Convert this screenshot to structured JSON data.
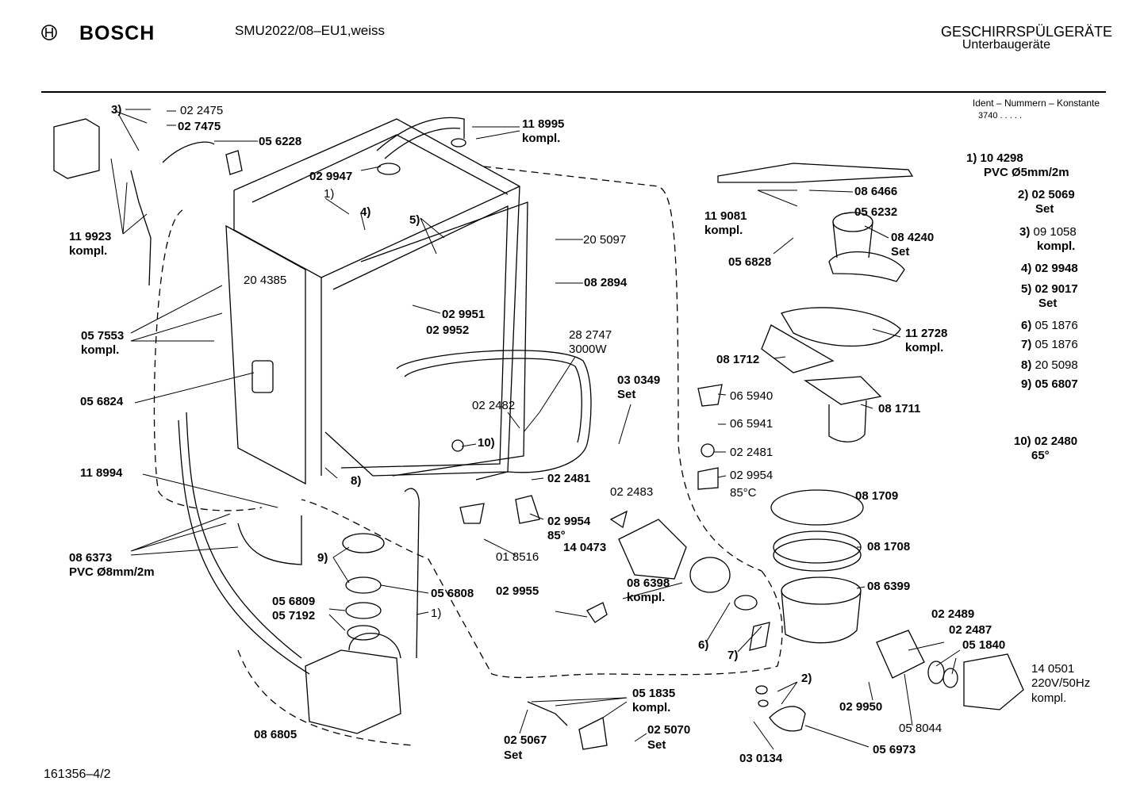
{
  "header": {
    "brand": "BOSCH",
    "model": "SMU2022/08–EU1,weiss",
    "category": "GESCHIRRSPÜLGERÄTE",
    "subcategory": "Unterbaugeräte",
    "ident_label": "Ident – Nummern – Konstante",
    "ident_value": "3740 .  .  .  .  ."
  },
  "footer": {
    "doc_number": "161356–4/2"
  },
  "labels": [
    {
      "id": "l01",
      "text": "3)",
      "bold": true
    },
    {
      "id": "l02",
      "text": "02 2475",
      "bold": false
    },
    {
      "id": "l03",
      "text": "02 7475",
      "bold": true
    },
    {
      "id": "l04",
      "text": "05 6228",
      "bold": true
    },
    {
      "id": "l05",
      "text": "11 9923",
      "bold": true
    },
    {
      "id": "l06",
      "text": "kompl.",
      "bold": true
    },
    {
      "id": "l07",
      "text": "11 8995",
      "bold": true
    },
    {
      "id": "l08",
      "text": "kompl.",
      "bold": true
    },
    {
      "id": "l09",
      "text": "02 9947",
      "bold": true
    },
    {
      "id": "l10",
      "text": "1)",
      "bold": false
    },
    {
      "id": "l11",
      "text": "4)",
      "bold": true
    },
    {
      "id": "l12",
      "text": "5)",
      "bold": true
    },
    {
      "id": "l13",
      "text": "20 5097",
      "bold": false
    },
    {
      "id": "l14",
      "text": "20 4385",
      "bold": false
    },
    {
      "id": "l15",
      "text": "08 2894",
      "bold": true
    },
    {
      "id": "l16",
      "text": "02 9951",
      "bold": true
    },
    {
      "id": "l17",
      "text": "02 9952",
      "bold": true
    },
    {
      "id": "l18",
      "text": "05 7553",
      "bold": true
    },
    {
      "id": "l19",
      "text": "kompl.",
      "bold": true
    },
    {
      "id": "l20",
      "text": "28 2747",
      "bold": false
    },
    {
      "id": "l21",
      "text": "3000W",
      "bold": false
    },
    {
      "id": "l22",
      "text": "03 0349",
      "bold": true
    },
    {
      "id": "l23",
      "text": "Set",
      "bold": true
    },
    {
      "id": "l24",
      "text": "05 6824",
      "bold": true
    },
    {
      "id": "l25",
      "text": "02 2482",
      "bold": false
    },
    {
      "id": "l26",
      "text": "10)",
      "bold": true
    },
    {
      "id": "l27",
      "text": "11 8994",
      "bold": true
    },
    {
      "id": "l28",
      "text": "8)",
      "bold": true
    },
    {
      "id": "l29",
      "text": "02 2481",
      "bold": true
    },
    {
      "id": "l30",
      "text": "02 2483",
      "bold": false
    },
    {
      "id": "l31",
      "text": "02 9954",
      "bold": true
    },
    {
      "id": "l32",
      "text": "85°",
      "bold": true
    },
    {
      "id": "l33",
      "text": "01 8516",
      "bold": false
    },
    {
      "id": "l34",
      "text": "08 6373",
      "bold": true
    },
    {
      "id": "l35",
      "text": "PVC Ø8mm/2m",
      "bold": true
    },
    {
      "id": "l36",
      "text": "9)",
      "bold": true
    },
    {
      "id": "l37",
      "text": "05 6808",
      "bold": true
    },
    {
      "id": "l38",
      "text": "05 6809",
      "bold": true
    },
    {
      "id": "l39",
      "text": "05 7192",
      "bold": true
    },
    {
      "id": "l40",
      "text": "1)",
      "bold": false
    },
    {
      "id": "l41",
      "text": "14 0473",
      "bold": true
    },
    {
      "id": "l42",
      "text": "02 9955",
      "bold": true
    },
    {
      "id": "l43",
      "text": "08 6398",
      "bold": true
    },
    {
      "id": "l44",
      "text": "kompl.",
      "bold": true
    },
    {
      "id": "l45",
      "text": "6)",
      "bold": true
    },
    {
      "id": "l46",
      "text": "7)",
      "bold": true
    },
    {
      "id": "l47",
      "text": "08 6805",
      "bold": true
    },
    {
      "id": "l48",
      "text": "05 1835",
      "bold": true
    },
    {
      "id": "l49",
      "text": "kompl.",
      "bold": true
    },
    {
      "id": "l50",
      "text": "02 5067",
      "bold": true
    },
    {
      "id": "l51",
      "text": "Set",
      "bold": true
    },
    {
      "id": "l52",
      "text": "02 5070",
      "bold": true
    },
    {
      "id": "l53",
      "text": "Set",
      "bold": true
    },
    {
      "id": "l54",
      "text": "08 6466",
      "bold": true
    },
    {
      "id": "l55",
      "text": "11 9081",
      "bold": true
    },
    {
      "id": "l56",
      "text": "kompl.",
      "bold": true
    },
    {
      "id": "l57",
      "text": "05 6232",
      "bold": true
    },
    {
      "id": "l58",
      "text": "08 4240",
      "bold": true
    },
    {
      "id": "l59",
      "text": "Set",
      "bold": true
    },
    {
      "id": "l60",
      "text": "05 6828",
      "bold": true
    },
    {
      "id": "l61",
      "text": "11 2728",
      "bold": true
    },
    {
      "id": "l62",
      "text": "kompl.",
      "bold": true
    },
    {
      "id": "l63",
      "text": "08 1712",
      "bold": true
    },
    {
      "id": "l64",
      "text": "06 5940",
      "bold": false
    },
    {
      "id": "l65",
      "text": "06 5941",
      "bold": false
    },
    {
      "id": "l66",
      "text": "08 1711",
      "bold": true
    },
    {
      "id": "l67",
      "text": "02 2481",
      "bold": false
    },
    {
      "id": "l68",
      "text": "02 9954",
      "bold": false
    },
    {
      "id": "l69",
      "text": "85°C",
      "bold": false
    },
    {
      "id": "l70",
      "text": "08 1709",
      "bold": true
    },
    {
      "id": "l71",
      "text": "08 1708",
      "bold": true
    },
    {
      "id": "l72",
      "text": "08 6399",
      "bold": true
    },
    {
      "id": "l73",
      "text": "02 2489",
      "bold": true
    },
    {
      "id": "l74",
      "text": "02 2487",
      "bold": true
    },
    {
      "id": "l75",
      "text": "05 1840",
      "bold": true
    },
    {
      "id": "l76",
      "text": "14 0501",
      "bold": false
    },
    {
      "id": "l77",
      "text": "220V/50Hz",
      "bold": false
    },
    {
      "id": "l78",
      "text": "kompl.",
      "bold": false
    },
    {
      "id": "l79",
      "text": "2)",
      "bold": true
    },
    {
      "id": "l80",
      "text": "02 9950",
      "bold": true
    },
    {
      "id": "l81",
      "text": "05 8044",
      "bold": false
    },
    {
      "id": "l82",
      "text": "05 6973",
      "bold": true
    },
    {
      "id": "l83",
      "text": "03 0134",
      "bold": true
    }
  ],
  "legend": [
    {
      "num": "1)",
      "part": "10 4298",
      "note": "PVC Ø5mm/2m",
      "bold": true
    },
    {
      "num": "2)",
      "part": "02 5069",
      "note": "Set",
      "bold": true
    },
    {
      "num": "3)",
      "part": "09 1058",
      "note": "kompl.",
      "bold": false
    },
    {
      "num": "4)",
      "part": "02 9948",
      "note": "",
      "bold": true
    },
    {
      "num": "5)",
      "part": "02 9017",
      "note": "Set",
      "bold": true
    },
    {
      "num": "6)",
      "part": "05 1876",
      "note": "",
      "bold": false
    },
    {
      "num": "7)",
      "part": "05 1876",
      "note": "",
      "bold": false
    },
    {
      "num": "8)",
      "part": "20 5098",
      "note": "",
      "bold": false
    },
    {
      "num": "9)",
      "part": "05 6807",
      "note": "",
      "bold": true
    },
    {
      "num": "10)",
      "part": "02 2480",
      "note": "65°",
      "bold": true
    }
  ]
}
